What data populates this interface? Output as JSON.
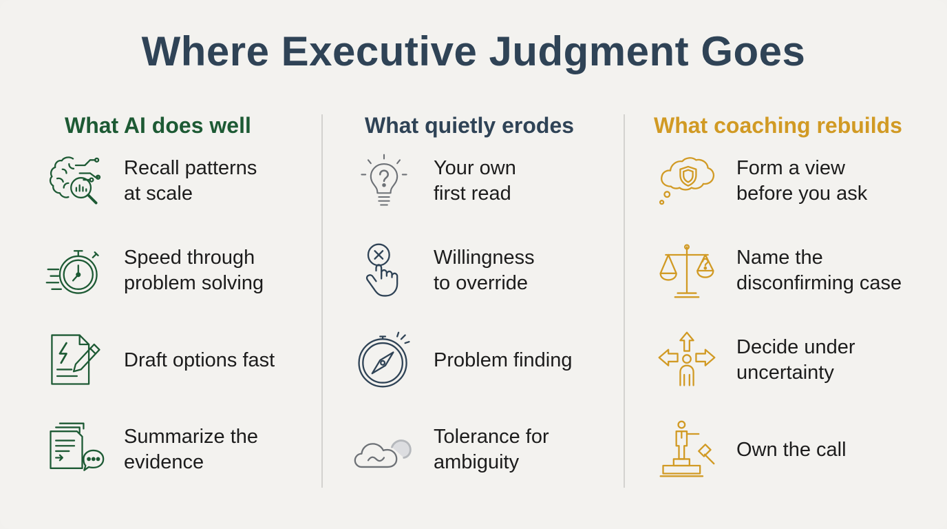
{
  "title": "Where Executive Judgment Goes",
  "colors": {
    "title": "#2f4356",
    "col1_accent": "#1d5a34",
    "col2_accent": "#2f4356",
    "col3_accent": "#d19a24"
  },
  "columns": [
    {
      "heading": "What AI does well",
      "items": [
        {
          "label": "Recall patterns\nat scale",
          "icon": "brain-search-icon"
        },
        {
          "label": "Speed through\nproblem solving",
          "icon": "stopwatch-icon"
        },
        {
          "label": "Draft options fast",
          "icon": "document-pencil-icon"
        },
        {
          "label": "Summarize the\nevidence",
          "icon": "documents-chat-icon"
        }
      ]
    },
    {
      "heading": "What quietly erodes",
      "items": [
        {
          "label": "Your own\nfirst read",
          "icon": "lightbulb-question-icon"
        },
        {
          "label": "Willingness\nto override",
          "icon": "hand-cancel-icon"
        },
        {
          "label": "Problem finding",
          "icon": "compass-icon"
        },
        {
          "label": "Tolerance for\nambiguity",
          "icon": "cloud-icon"
        }
      ]
    },
    {
      "heading": "What coaching rebuilds",
      "items": [
        {
          "label": "Form a view\nbefore you ask",
          "icon": "thought-shield-icon"
        },
        {
          "label": "Name the\ndisconfirming case",
          "icon": "scales-icon"
        },
        {
          "label": "Decide under\nuncertainty",
          "icon": "crossroads-person-icon"
        },
        {
          "label": "Own the call",
          "icon": "podium-gavel-icon"
        }
      ]
    }
  ]
}
